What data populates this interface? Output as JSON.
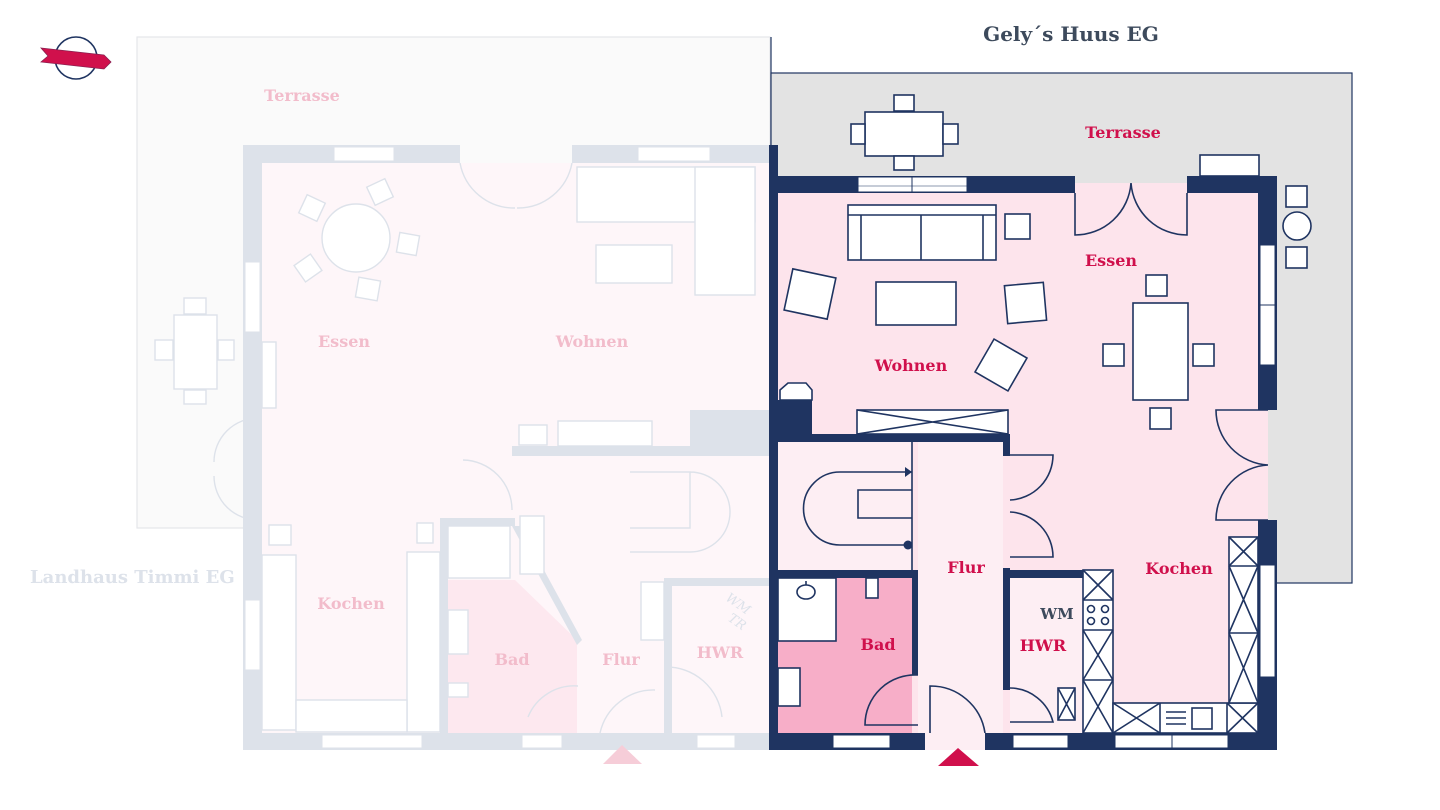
{
  "logo": {
    "name": "ribbon-circle-logo"
  },
  "colors": {
    "wall": "#1f3461",
    "accent": "#d0104c",
    "room_fill": "#fde4ec",
    "bath_fill": "#f7aec8",
    "terrace": "#e3e3e3",
    "faded_wall": "#dde2ea"
  },
  "active_plan": {
    "title": "Gely´s Huus EG",
    "rooms": {
      "terrasse": "Terrasse",
      "essen": "Essen",
      "wohnen": "Wohnen",
      "flur": "Flur",
      "kochen": "Kochen",
      "bad": "Bad",
      "hwr": "HWR"
    },
    "appliances": {
      "wm": "WM"
    }
  },
  "inactive_plan": {
    "title": "Landhaus Timmi EG",
    "rooms": {
      "terrasse": "Terrasse",
      "essen": "Essen",
      "wohnen": "Wohnen",
      "kochen": "Kochen",
      "bad": "Bad",
      "flur": "Flur",
      "hwr": "HWR"
    },
    "appliances": {
      "wm": "WM",
      "tr": "TR"
    }
  }
}
